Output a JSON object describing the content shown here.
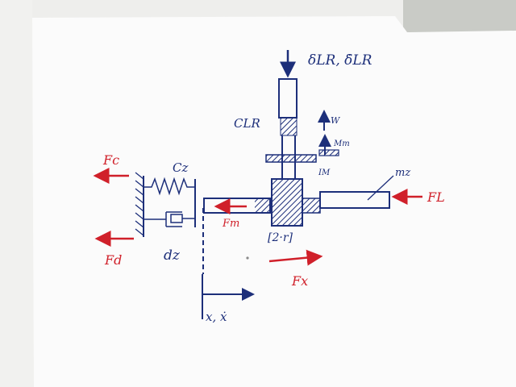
{
  "photo": {
    "subject": "hand-drawn mechanical sketch on white paper",
    "colors": {
      "paper": "#fbfbfb",
      "ink_blue": "#1d2f7a",
      "ink_red": "#d0202a",
      "background": "#c9cbc6"
    }
  },
  "labels": {
    "input": "δLR, δ̇LR",
    "c_lr": "CLR",
    "w": "W",
    "mm": "Mm",
    "im": "IM",
    "cz": "Cz",
    "dz": "dz",
    "mz": "mz",
    "pinion": "[2·r]",
    "axis": "x, ẋ",
    "fc": "Fc",
    "fd": "Fd",
    "fm": "Fm",
    "fx": "Fx",
    "fl": "FL"
  }
}
